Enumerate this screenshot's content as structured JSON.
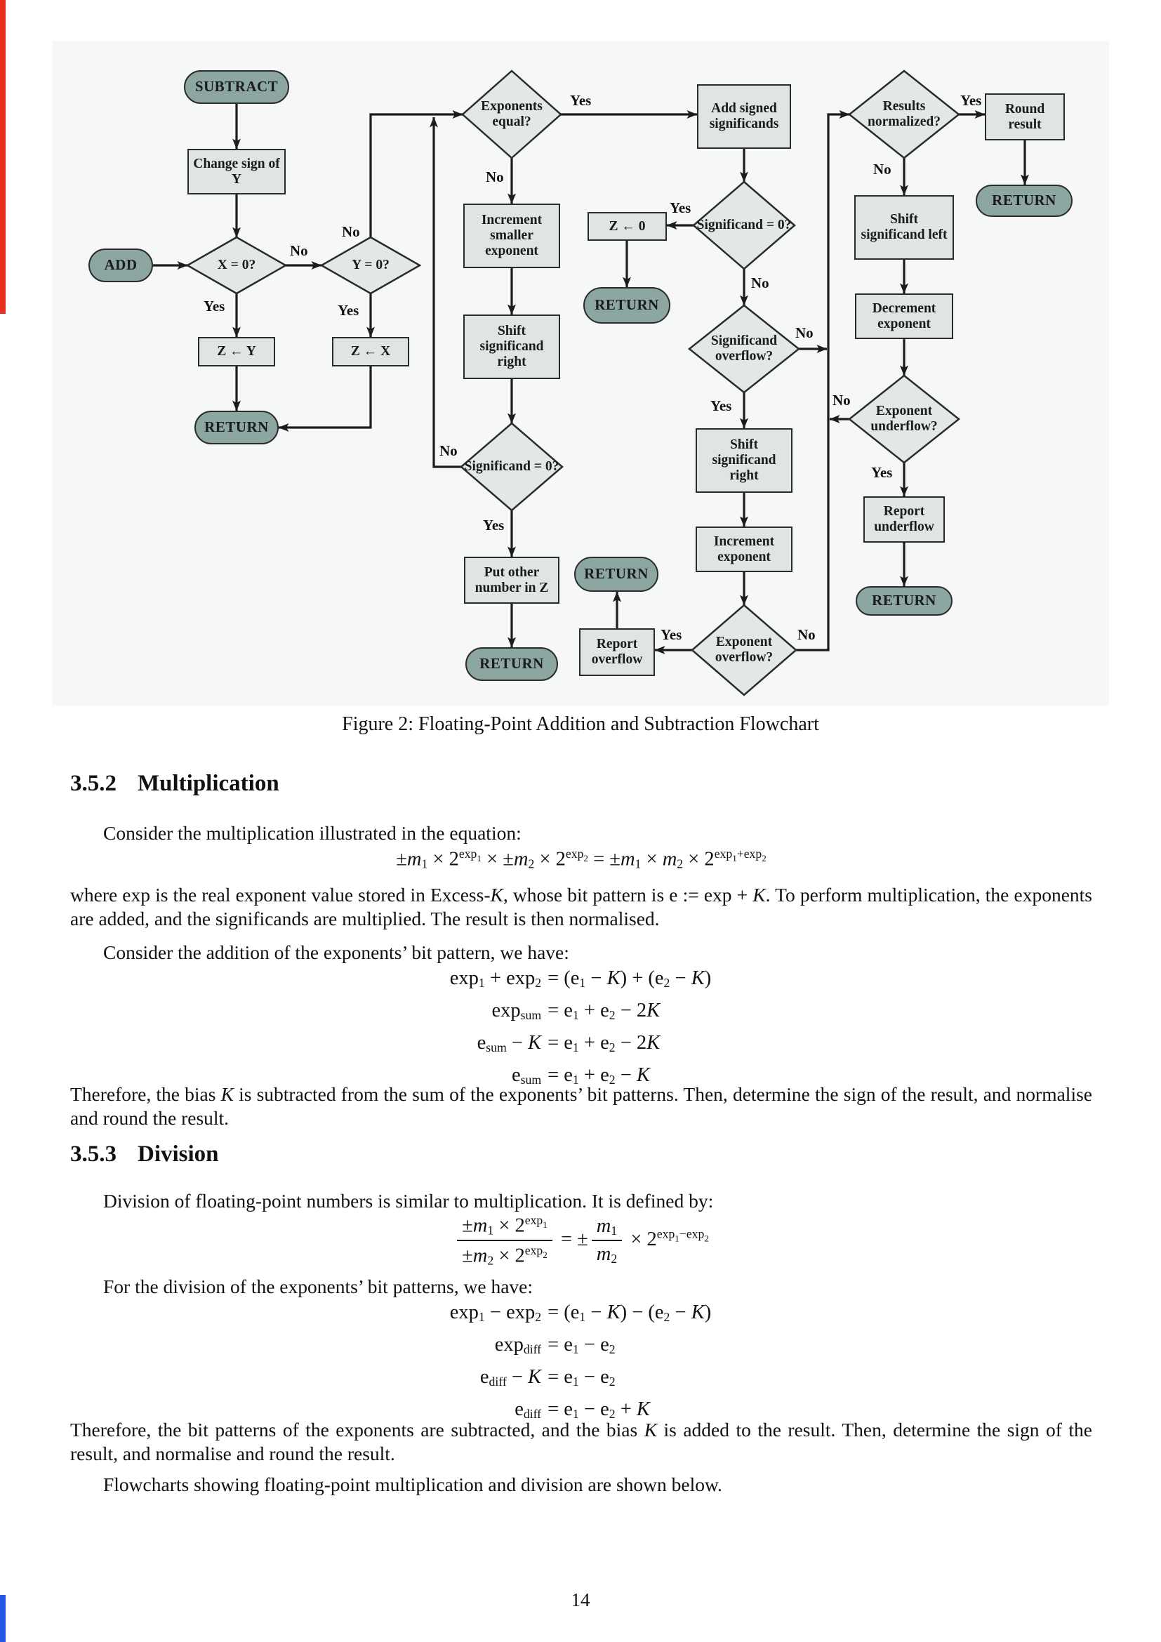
{
  "page": {
    "number": "14"
  },
  "figure": {
    "caption": "Figure 2: Floating-Point Addition and Subtraction Flowchart"
  },
  "flowchart": {
    "yes": "Yes",
    "no": "No",
    "terminals": {
      "subtract": "SUBTRACT",
      "add": "ADD",
      "return": "RETURN"
    },
    "processes": {
      "change_sign": "Change sign of Y",
      "z_y": "Z ← Y",
      "z_x": "Z ← X",
      "incr_smaller": "Increment smaller exponent",
      "shift_sig_right": "Shift significand right",
      "put_other": "Put other number in Z",
      "z_zero": "Z ← 0",
      "add_sig": "Add signed significands",
      "incr_exp": "Increment exponent",
      "report_ovf": "Report overflow",
      "round": "Round result",
      "shift_sig_left": "Shift significand left",
      "decr_exp": "Decrement exponent",
      "report_unf": "Report underflow"
    },
    "decisions": {
      "x0": "X = 0?",
      "y0": "Y = 0?",
      "exp_eq": "Exponents equal?",
      "sig_zero": "Significand = 0?",
      "sig_ovf": "Significand overflow?",
      "exp_ovf": "Exponent overflow?",
      "res_norm": "Results normalized?",
      "exp_unf": "Exponent underflow?"
    }
  },
  "sections": {
    "mult": {
      "number": "3.5.2",
      "title": "Multiplication"
    },
    "div": {
      "number": "3.5.3",
      "title": "Division"
    }
  },
  "paragraphs": {
    "p1": "Consider the multiplication illustrated in the equation:",
    "p2": [
      {
        "t": "where exp is the real exponent value stored in Excess-"
      },
      {
        "t": "K",
        "s": "i"
      },
      {
        "t": ", whose bit pattern is e := exp + "
      },
      {
        "t": "K",
        "s": "i"
      },
      {
        "t": ". To perform multiplication, the exponents are added, and the significands are multiplied. The result is then normalised."
      }
    ],
    "p3": "Consider the addition of the exponents’ bit pattern, we have:",
    "p4": [
      {
        "t": "Therefore, the bias "
      },
      {
        "t": "K",
        "s": "i"
      },
      {
        "t": " is subtracted from the sum of the exponents’ bit patterns. Then, determine the sign of the result, and normalise and round the result."
      }
    ],
    "p5": "Division of floating-point numbers is similar to multiplication. It is defined by:",
    "p6": "For the division of the exponents’ bit patterns, we have:",
    "p7": [
      {
        "t": "Therefore, the bit patterns of the exponents are subtracted, and the bias "
      },
      {
        "t": "K",
        "s": "i"
      },
      {
        "t": " is added to the result. Then, determine the sign of the result, and normalise and round the result."
      }
    ],
    "p8": "Flowcharts showing floating-point multiplication and division are shown below."
  },
  "equations": {
    "mult": [
      {
        "t": "±"
      },
      {
        "t": "m",
        "s": "i"
      },
      {
        "t": "1",
        "s": "b"
      },
      {
        "t": " × 2"
      },
      {
        "t": "exp",
        "s": "p"
      },
      {
        "t": "1",
        "s": "pb"
      },
      {
        "t": " × ±"
      },
      {
        "t": "m",
        "s": "i"
      },
      {
        "t": "2",
        "s": "b"
      },
      {
        "t": " × 2"
      },
      {
        "t": "exp",
        "s": "p"
      },
      {
        "t": "2",
        "s": "pb"
      },
      {
        "t": " = ±"
      },
      {
        "t": "m",
        "s": "i"
      },
      {
        "t": "1",
        "s": "b"
      },
      {
        "t": " × "
      },
      {
        "t": "m",
        "s": "i"
      },
      {
        "t": "2",
        "s": "b"
      },
      {
        "t": " × 2"
      },
      {
        "t": "exp",
        "s": "p"
      },
      {
        "t": "1",
        "s": "pb"
      },
      {
        "t": "+",
        "s": "p"
      },
      {
        "t": "exp",
        "s": "p"
      },
      {
        "t": "2",
        "s": "pb"
      }
    ],
    "add_align": [
      {
        "lhs": [
          {
            "t": "exp"
          },
          {
            "t": "1",
            "s": "b"
          },
          {
            "t": " + exp"
          },
          {
            "t": "2",
            "s": "b"
          }
        ],
        "rhs": [
          {
            "t": "= (e"
          },
          {
            "t": "1",
            "s": "b"
          },
          {
            "t": " − "
          },
          {
            "t": "K",
            "s": "i"
          },
          {
            "t": ") + (e"
          },
          {
            "t": "2",
            "s": "b"
          },
          {
            "t": " − "
          },
          {
            "t": "K",
            "s": "i"
          },
          {
            "t": ")"
          }
        ]
      },
      {
        "lhs": [
          {
            "t": "exp"
          },
          {
            "t": "sum",
            "s": "b"
          }
        ],
        "rhs": [
          {
            "t": "= e"
          },
          {
            "t": "1",
            "s": "b"
          },
          {
            "t": " + e"
          },
          {
            "t": "2",
            "s": "b"
          },
          {
            "t": " − 2"
          },
          {
            "t": "K",
            "s": "i"
          }
        ]
      },
      {
        "lhs": [
          {
            "t": "e"
          },
          {
            "t": "sum",
            "s": "b"
          },
          {
            "t": " − "
          },
          {
            "t": "K",
            "s": "i"
          }
        ],
        "rhs": [
          {
            "t": "= e"
          },
          {
            "t": "1",
            "s": "b"
          },
          {
            "t": " + e"
          },
          {
            "t": "2",
            "s": "b"
          },
          {
            "t": " − 2"
          },
          {
            "t": "K",
            "s": "i"
          }
        ]
      },
      {
        "lhs": [
          {
            "t": "e"
          },
          {
            "t": "sum",
            "s": "b"
          }
        ],
        "rhs": [
          {
            "t": "= e"
          },
          {
            "t": "1",
            "s": "b"
          },
          {
            "t": " + e"
          },
          {
            "t": "2",
            "s": "b"
          },
          {
            "t": " − "
          },
          {
            "t": "K",
            "s": "i"
          }
        ]
      }
    ],
    "div_def": [
      {
        "num": [
          {
            "t": "±"
          },
          {
            "t": "m",
            "s": "i"
          },
          {
            "t": "1",
            "s": "b"
          },
          {
            "t": " × 2"
          },
          {
            "t": "exp",
            "s": "p"
          },
          {
            "t": "1",
            "s": "pb"
          }
        ],
        "den": [
          {
            "t": "±"
          },
          {
            "t": "m",
            "s": "i"
          },
          {
            "t": "2",
            "s": "b"
          },
          {
            "t": " × 2"
          },
          {
            "t": "exp",
            "s": "p"
          },
          {
            "t": "2",
            "s": "pb"
          }
        ]
      },
      {
        "t": " = ±"
      },
      {
        "num": [
          {
            "t": "m",
            "s": "i"
          },
          {
            "t": "1",
            "s": "b"
          }
        ],
        "den": [
          {
            "t": "m",
            "s": "i"
          },
          {
            "t": "2",
            "s": "b"
          }
        ]
      },
      {
        "t": " × 2"
      },
      {
        "t": "exp",
        "s": "p"
      },
      {
        "t": "1",
        "s": "pb"
      },
      {
        "t": "−",
        "s": "p"
      },
      {
        "t": "exp",
        "s": "p"
      },
      {
        "t": "2",
        "s": "pb"
      }
    ],
    "div_align": [
      {
        "lhs": [
          {
            "t": "exp"
          },
          {
            "t": "1",
            "s": "b"
          },
          {
            "t": " − exp"
          },
          {
            "t": "2",
            "s": "b"
          }
        ],
        "rhs": [
          {
            "t": "= (e"
          },
          {
            "t": "1",
            "s": "b"
          },
          {
            "t": " − "
          },
          {
            "t": "K",
            "s": "i"
          },
          {
            "t": ") − (e"
          },
          {
            "t": "2",
            "s": "b"
          },
          {
            "t": " − "
          },
          {
            "t": "K",
            "s": "i"
          },
          {
            "t": ")"
          }
        ]
      },
      {
        "lhs": [
          {
            "t": "exp"
          },
          {
            "t": "diff",
            "s": "b"
          }
        ],
        "rhs": [
          {
            "t": "= e"
          },
          {
            "t": "1",
            "s": "b"
          },
          {
            "t": " − e"
          },
          {
            "t": "2",
            "s": "b"
          }
        ]
      },
      {
        "lhs": [
          {
            "t": "e"
          },
          {
            "t": "diff",
            "s": "b"
          },
          {
            "t": " − "
          },
          {
            "t": "K",
            "s": "i"
          }
        ],
        "rhs": [
          {
            "t": "= e"
          },
          {
            "t": "1",
            "s": "b"
          },
          {
            "t": " − e"
          },
          {
            "t": "2",
            "s": "b"
          }
        ]
      },
      {
        "lhs": [
          {
            "t": "e"
          },
          {
            "t": "diff",
            "s": "b"
          }
        ],
        "rhs": [
          {
            "t": "= e"
          },
          {
            "t": "1",
            "s": "b"
          },
          {
            "t": " − e"
          },
          {
            "t": "2",
            "s": "b"
          },
          {
            "t": " + "
          },
          {
            "t": "K",
            "s": "i"
          }
        ]
      }
    ]
  }
}
